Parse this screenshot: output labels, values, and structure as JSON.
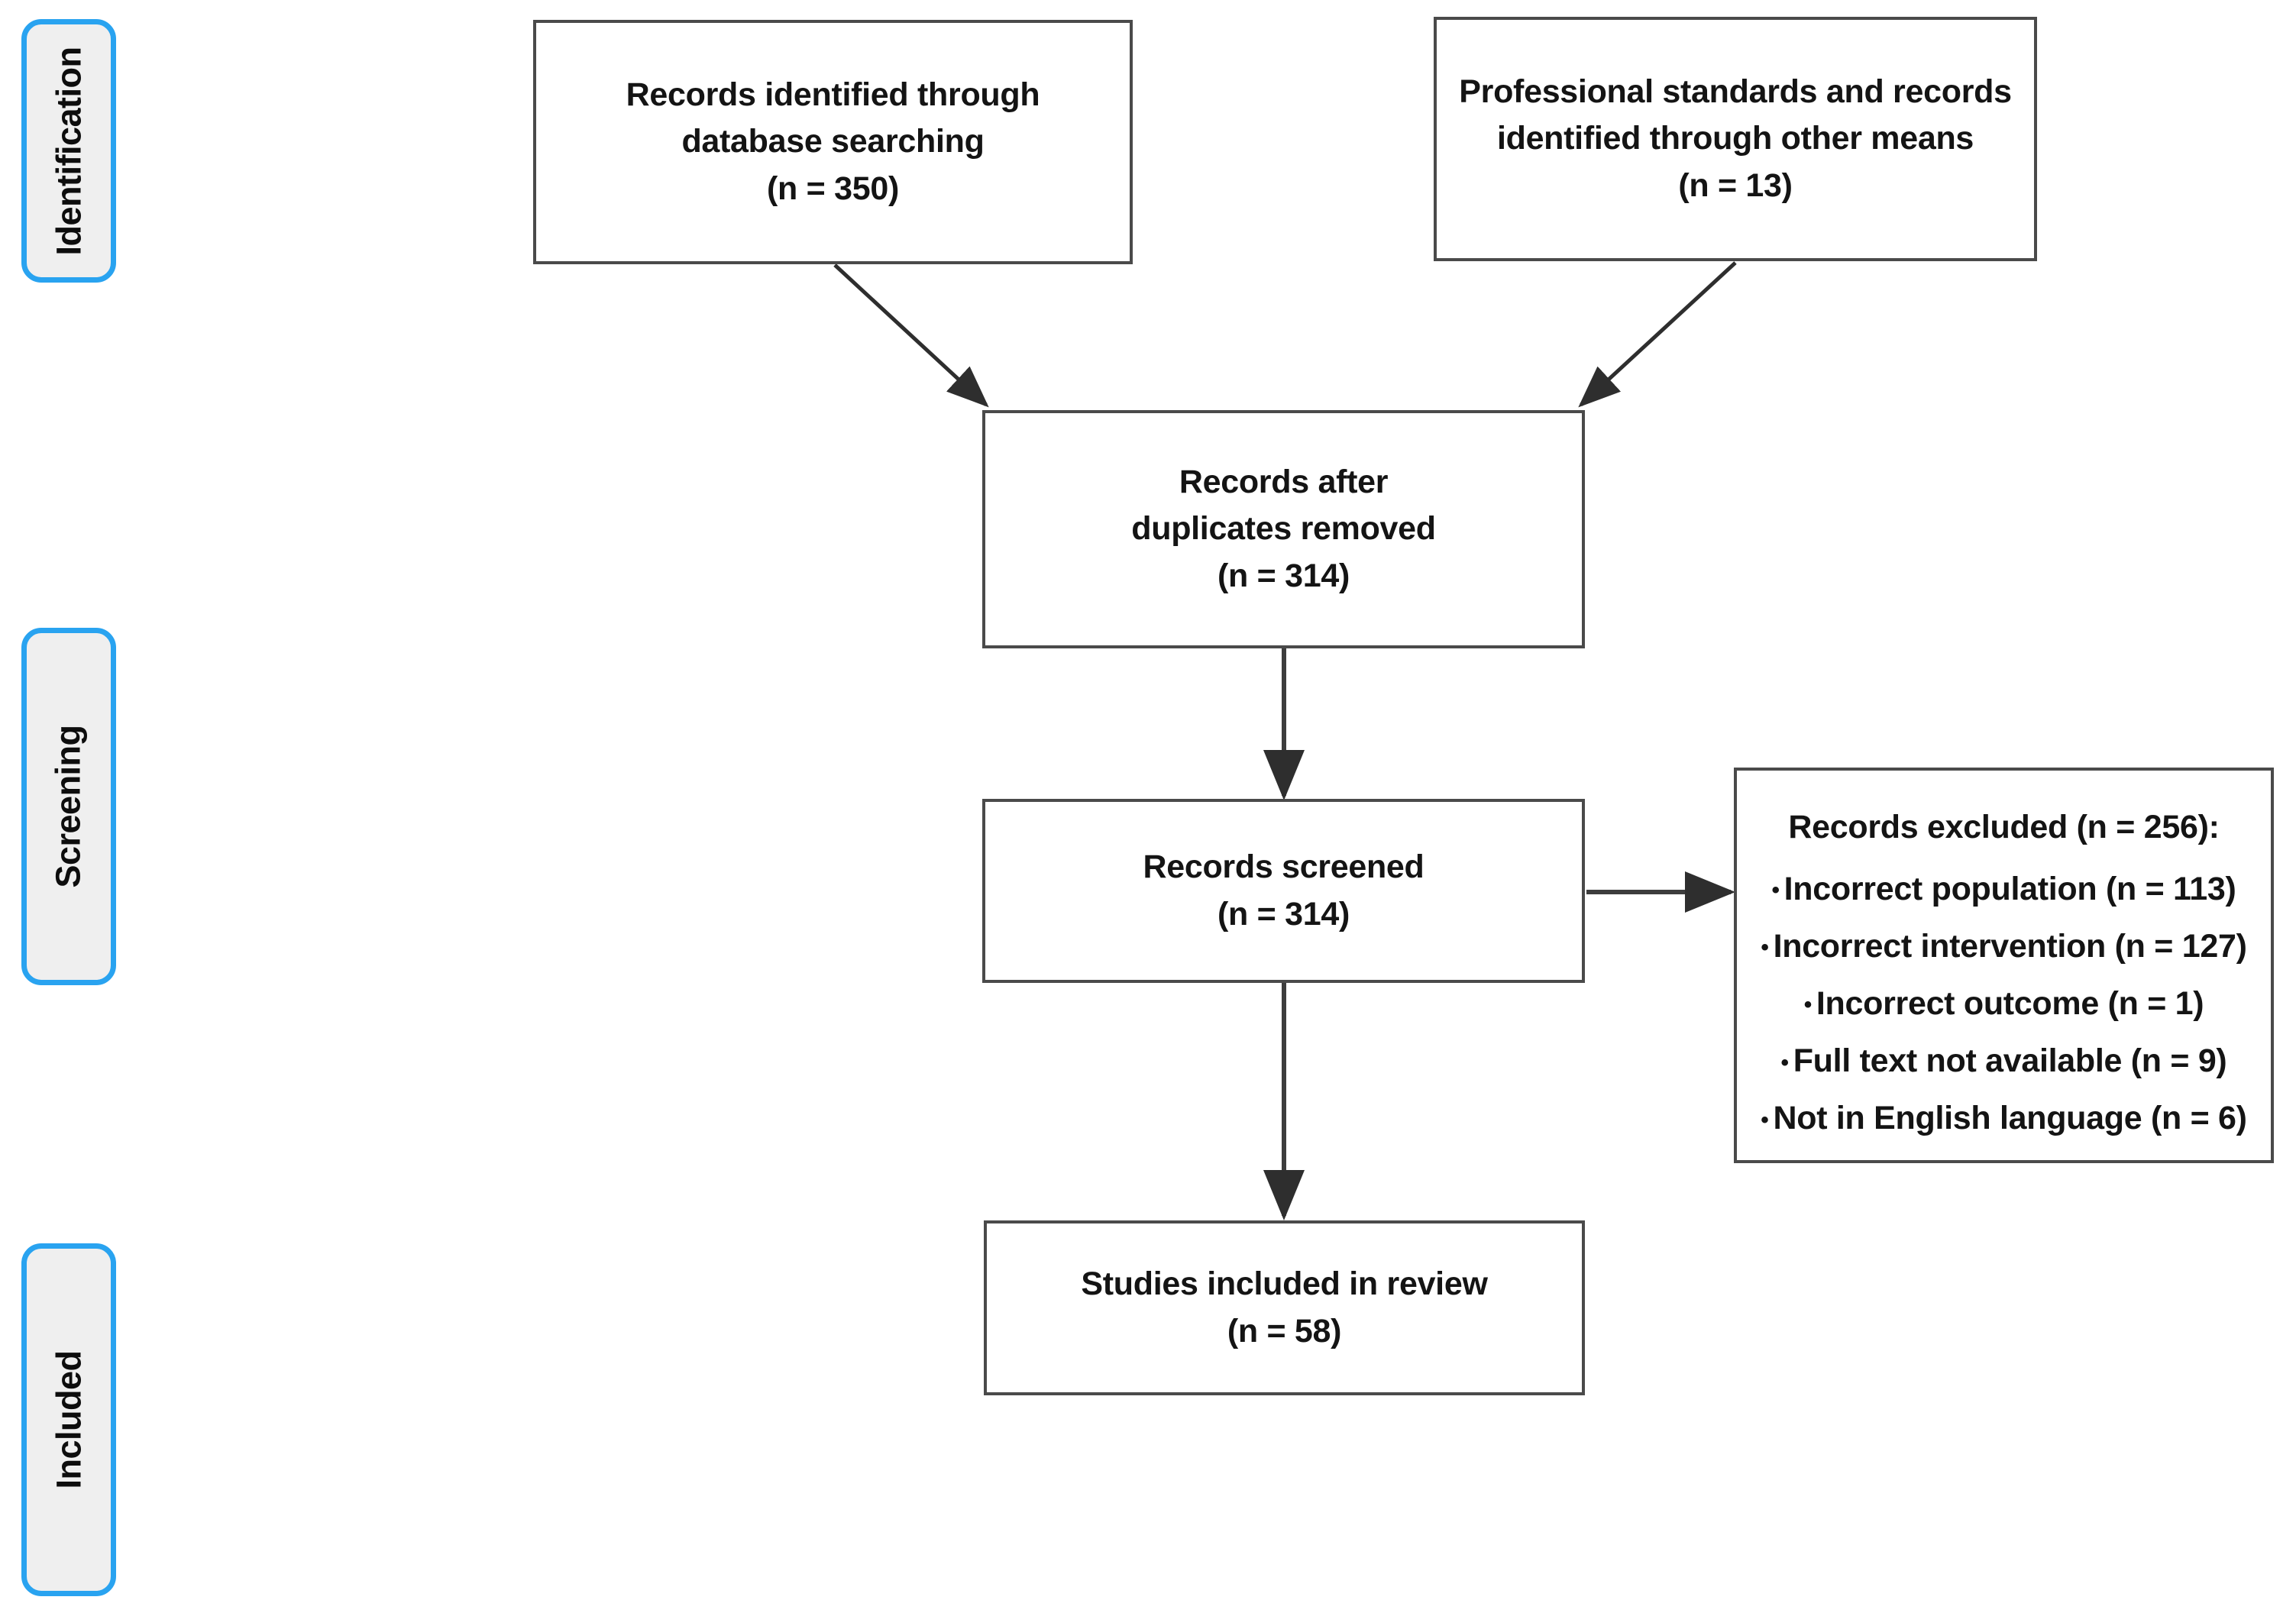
{
  "diagram": {
    "type": "prisma-flow-diagram",
    "stages": [
      {
        "id": "identification",
        "label": "Identification"
      },
      {
        "id": "screening",
        "label": "Screening"
      },
      {
        "id": "included",
        "label": "Included"
      }
    ],
    "boxes": {
      "database_search": {
        "line1": "Records identified through",
        "line2": "database searching",
        "count": "(n = 350)",
        "n": 350
      },
      "other_sources": {
        "line1": "Professional standards and records",
        "line2": "identified through other means",
        "count": "(n = 13)",
        "n": 13
      },
      "duplicates_removed": {
        "line1": "Records after",
        "line2": "duplicates removed",
        "count": "(n = 314)",
        "n": 314
      },
      "records_screened": {
        "line1": "Records screened",
        "count": "(n = 314)",
        "n": 314
      },
      "records_excluded": {
        "heading": "Records excluded (n = 256):",
        "n": 256,
        "bullet": "•",
        "reasons": [
          {
            "label": "Incorrect population (n = 113)",
            "n": 113
          },
          {
            "label": "Incorrect intervention (n = 127)",
            "n": 127
          },
          {
            "label": "Incorrect outcome (n = 1)",
            "n": 1
          },
          {
            "label": "Full text not available (n = 9)",
            "n": 9
          },
          {
            "label": "Not in English language (n = 6)",
            "n": 6
          }
        ]
      },
      "studies_included": {
        "line1": "Studies included in review",
        "count": "(n = 58)",
        "n": 58
      }
    },
    "colors": {
      "stage_border": "#29a3f0",
      "stage_fill": "#efefef",
      "box_border": "#4a4a4a",
      "box_fill": "#ffffff",
      "arrow": "#3d3d3d",
      "text": "#141414"
    }
  }
}
